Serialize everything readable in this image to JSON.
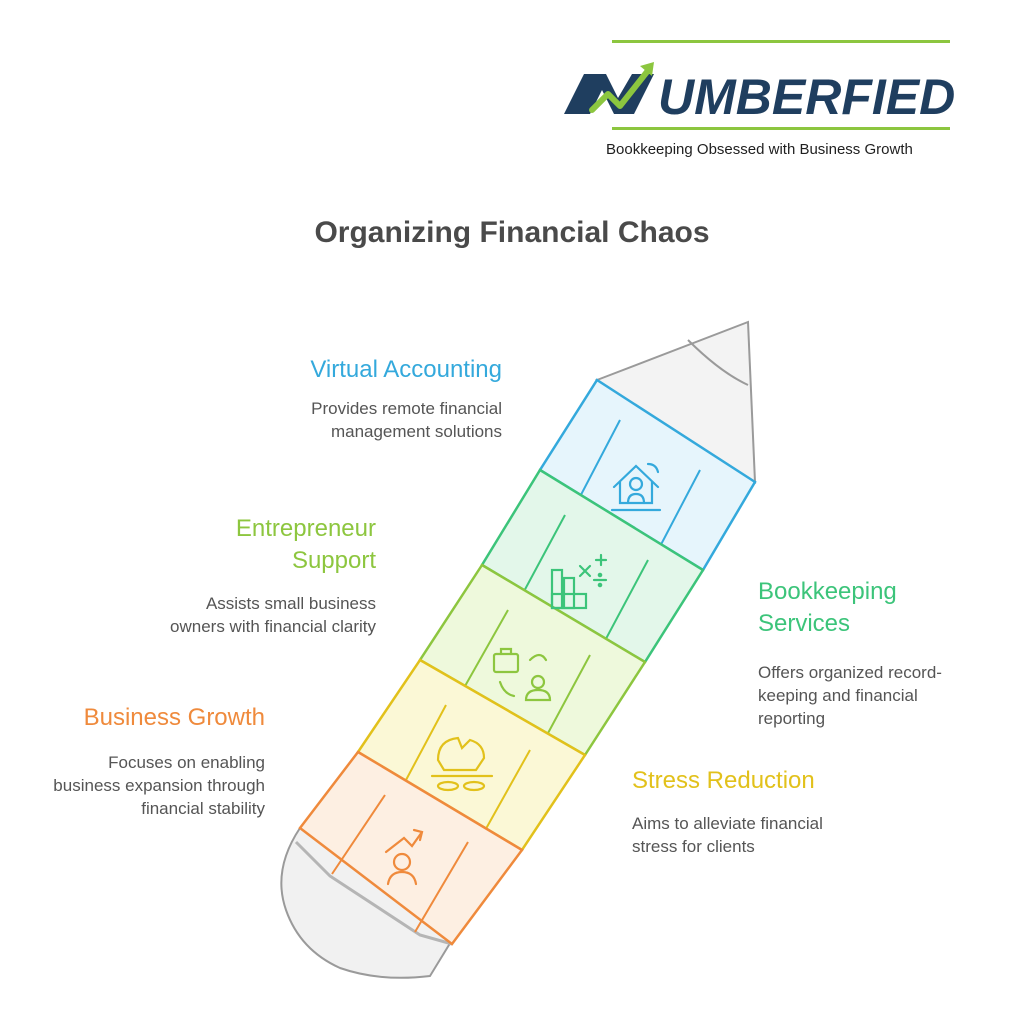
{
  "brand": {
    "name": "UMBERFIED",
    "tagline": "Bookkeeping Obsessed with Business Growth",
    "colors": {
      "navy": "#1f3e5f",
      "green": "#8cc63f"
    }
  },
  "page": {
    "title": "Organizing Financial Chaos"
  },
  "diagram": {
    "items": [
      {
        "key": "virtual-accounting",
        "title": "Virtual Accounting",
        "desc_lines": [
          "Provides remote financial",
          "management solutions"
        ],
        "color": "#34a9dc",
        "fill": "#e6f5fc",
        "icon": "house-laptop-icon"
      },
      {
        "key": "entrepreneur-support",
        "title_lines": [
          "Entrepreneur",
          "Support"
        ],
        "desc_lines": [
          "Assists small business",
          "owners with financial clarity"
        ],
        "color": "#8dc63f",
        "fill": "#e3f7ea",
        "icon": "books-math-icon"
      },
      {
        "key": "bookkeeping-services",
        "title_lines": [
          "Bookkeeping",
          "Services"
        ],
        "desc_lines": [
          "Offers organized record-",
          "keeping and financial",
          "reporting"
        ],
        "color": "#3cc47a",
        "fill": "#eef9dc",
        "icon": "briefcase-person-icon"
      },
      {
        "key": "stress-reduction",
        "title": "Stress Reduction",
        "desc_lines": [
          "Aims to alleviate financial",
          "stress for clients"
        ],
        "color": "#e2c11b",
        "fill": "#fbf8d6",
        "icon": "broken-piggy-bank-icon"
      },
      {
        "key": "business-growth",
        "title": "Business Growth",
        "desc_lines": [
          "Focuses on enabling",
          "business expansion through",
          "financial stability"
        ],
        "color": "#ef8a3c",
        "fill": "#fdefe2",
        "icon": "person-growth-icon"
      }
    ]
  }
}
